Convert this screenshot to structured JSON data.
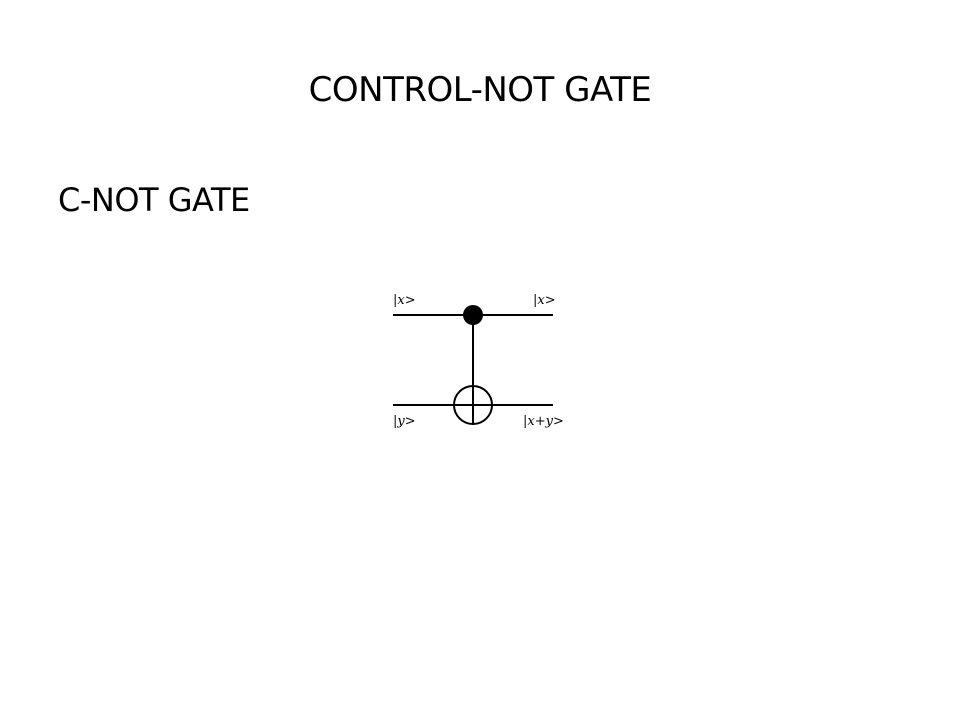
{
  "slide": {
    "title": "CONTROL-NOT GATE",
    "subtitle": "C-NOT GATE"
  },
  "circuit": {
    "control_in": {
      "bar": "|",
      "var": "x",
      "end": ">"
    },
    "control_out": {
      "bar": "|",
      "var": "x",
      "end": ">"
    },
    "target_in": {
      "bar": "|",
      "var": "y",
      "end": ">"
    },
    "target_out": {
      "bar": "|",
      "var1": "x",
      "op": "+",
      "var2": "y",
      "end": ">"
    }
  }
}
